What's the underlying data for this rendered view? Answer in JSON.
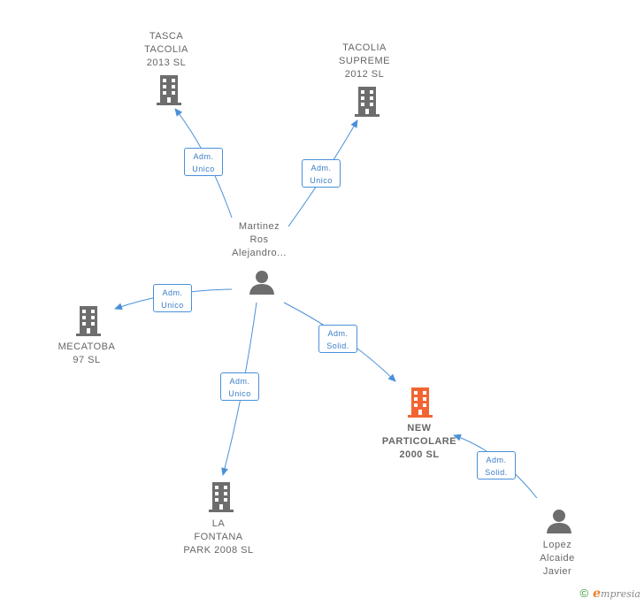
{
  "nodes": {
    "tasca": {
      "label": "TASCA\nTACOLIA\n2013 SL",
      "type": "company"
    },
    "tacolia_supreme": {
      "label": "TACOLIA\nSUPREME\n2012 SL",
      "type": "company"
    },
    "martinez": {
      "label": "Martinez\nRos\nAlejandro...",
      "type": "person"
    },
    "mecatoba": {
      "label": "MECATOBA\n97 SL",
      "type": "company"
    },
    "la_fontana": {
      "label": "LA\nFONTANA\nPARK 2008 SL",
      "type": "company"
    },
    "new_particolare": {
      "label": "NEW\nPARTICOLARE\n2000 SL",
      "type": "company-focus"
    },
    "lopez": {
      "label": "Lopez\nAlcaide\nJavier",
      "type": "person"
    }
  },
  "relations": {
    "r1": "Adm.\nUnico",
    "r2": "Adm.\nUnico",
    "r3": "Adm.\nUnico",
    "r4": "Adm.\nUnico",
    "r5": "Adm.\nSolid.",
    "r6": "Adm.\nSolid."
  },
  "footer": {
    "copyright": "©",
    "brand_first": "e",
    "brand_rest": "mpresia"
  },
  "colors": {
    "edge": "#4a90d9",
    "company": "#6d6d6d",
    "focus": "#f26532",
    "person": "#6d6d6d"
  }
}
